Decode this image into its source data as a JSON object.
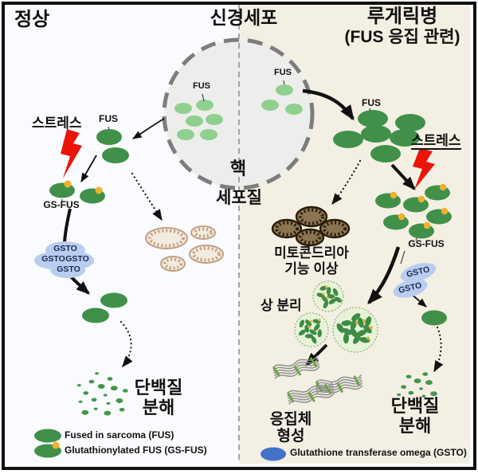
{
  "titles": {
    "normal": "정상",
    "neuron": "신경세포",
    "disease1": "루게릭병",
    "disease2": "(FUS 응집 관련)"
  },
  "cell": {
    "nucleus": "핵",
    "cytoplasm": "세포질"
  },
  "labels": {
    "fus_nucleus_left": "FUS",
    "fus_nucleus_right": "FUS",
    "fus_left": "FUS",
    "fus_right": "FUS",
    "stress_left": "스트레스",
    "stress_right": "스트레스",
    "gsfus_left": "GS-FUS",
    "gsfus_right": "GS-FUS",
    "gsto_cloud": [
      "GSTO",
      "GSTO",
      "GSTO",
      "GSTO"
    ],
    "gsto_right": [
      "GSTO",
      "GSTO"
    ],
    "mito1": "미토콘드리아",
    "mito2": "기능 이상",
    "phase": "상 분리",
    "agg1": "응집체",
    "agg2": "형성",
    "deg1_left": "단백질",
    "deg2_left": "분해",
    "deg1_right": "단백질",
    "deg2_right": "분해"
  },
  "legend": {
    "fus": "Fused in sarcoma (FUS)",
    "gsfus": "Glutathionylated  FUS (GS-FUS)",
    "gsto": "Glutathione  transferase  omega (GSTO)"
  },
  "colors": {
    "fus_green": "#41904a",
    "nuclear_fus_green": "#8fd08e",
    "gs_dot_yellow": "#f3b02c",
    "stress_red": "#ea1508",
    "gsto_blue": "#b9cdf0",
    "legend_gsto_blue": "#4273c8",
    "mito_healthy_border": "#c49f7d",
    "mito_damaged_fill": "#8b7452",
    "droplet_fill": "#e7f3d9",
    "background_left": "#f9fbfe",
    "background_right": "#f3efe3"
  }
}
